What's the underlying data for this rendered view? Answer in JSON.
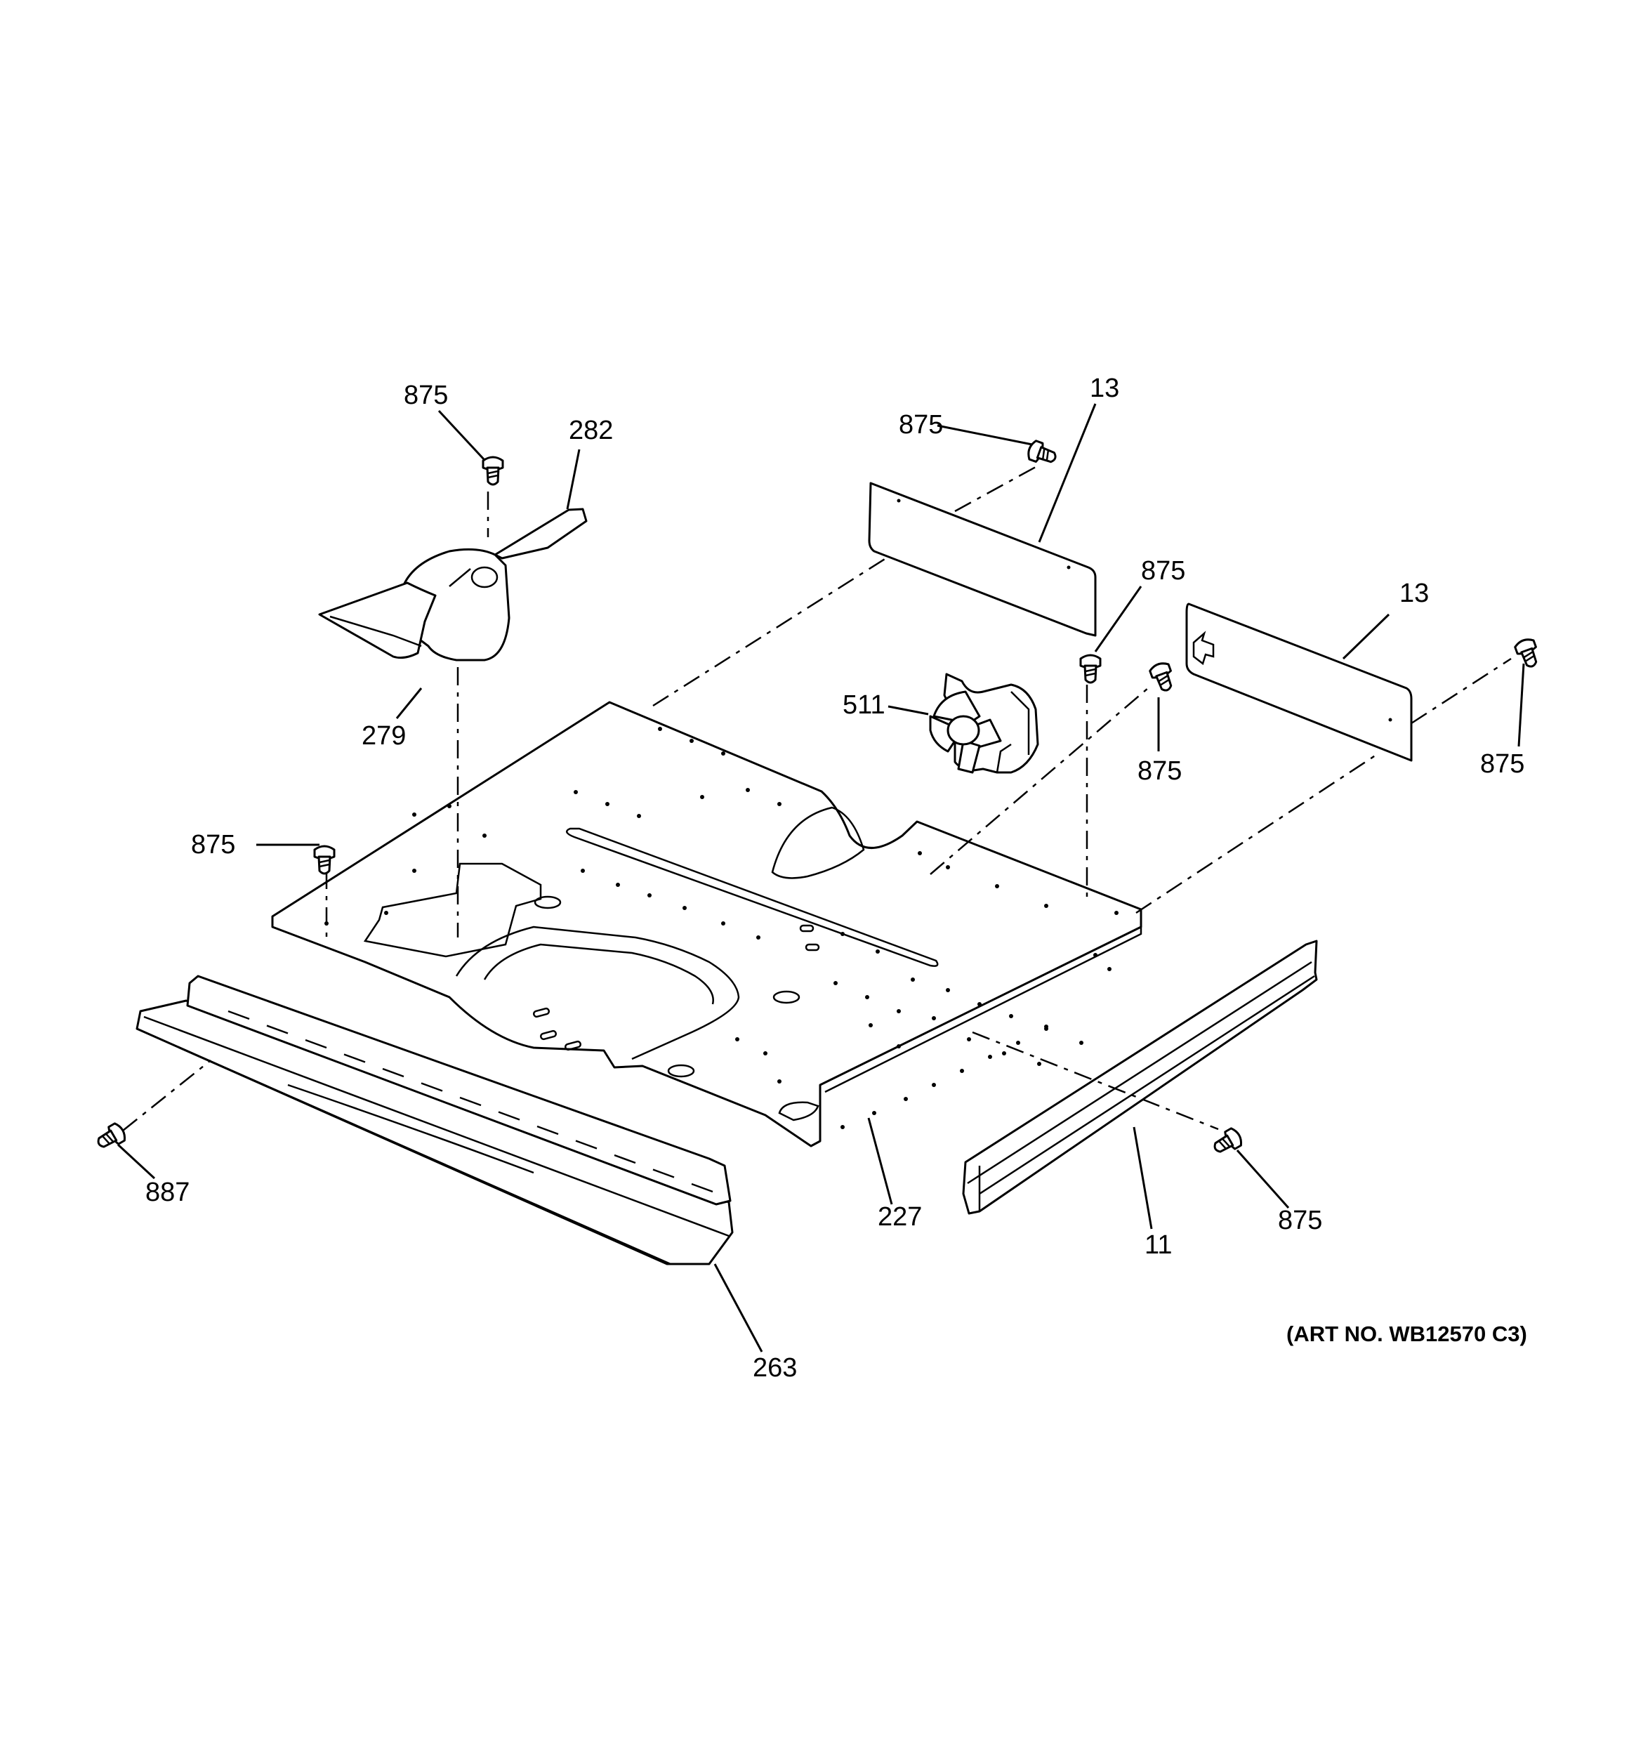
{
  "art_number": "(ART NO. WB12570 C3)",
  "callouts": {
    "screw_top_left": "875",
    "duct_top": "282",
    "duct_bottom": "279",
    "panel_left_screw": "875",
    "panel_left": "13",
    "screw_center": "875",
    "fan": "511",
    "screw_fan": "875",
    "panel_right": "13",
    "screw_far_right": "875",
    "screw_floor_left": "875",
    "screw_front_left": "887",
    "floor_plate": "227",
    "front_rail": "263",
    "right_rail": "11",
    "screw_right_rail": "875"
  },
  "icons": {
    "screw": "screw-icon",
    "fan": "fan-motor-icon"
  }
}
